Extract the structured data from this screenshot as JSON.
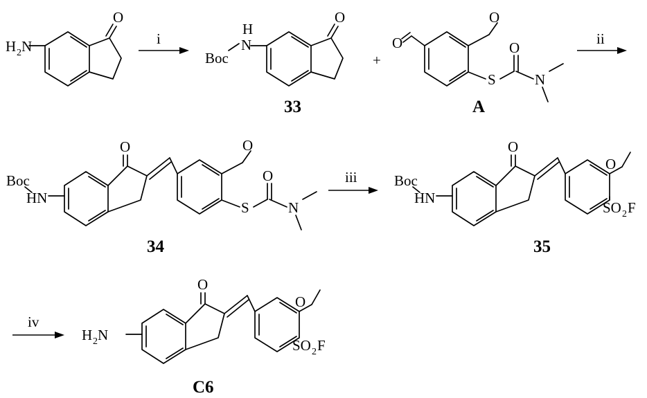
{
  "compound_labels": {
    "c33": "33",
    "cA": "A",
    "c34": "34",
    "c35": "35",
    "cC6": "C6"
  },
  "reagents": {
    "step1": "i",
    "step2": "ii",
    "step3": "iii",
    "step4": "iv"
  },
  "operators": {
    "plus": "+"
  },
  "atoms": {
    "h2n": "H",
    "h2n_sub": "2",
    "h2n_n": "N",
    "oxygen": "O",
    "boc": "Boc",
    "h": "H",
    "n": "N",
    "hn": "HN",
    "s": "S",
    "so2f_so": "SO",
    "so2f_2": "2",
    "so2f_f": "F"
  }
}
